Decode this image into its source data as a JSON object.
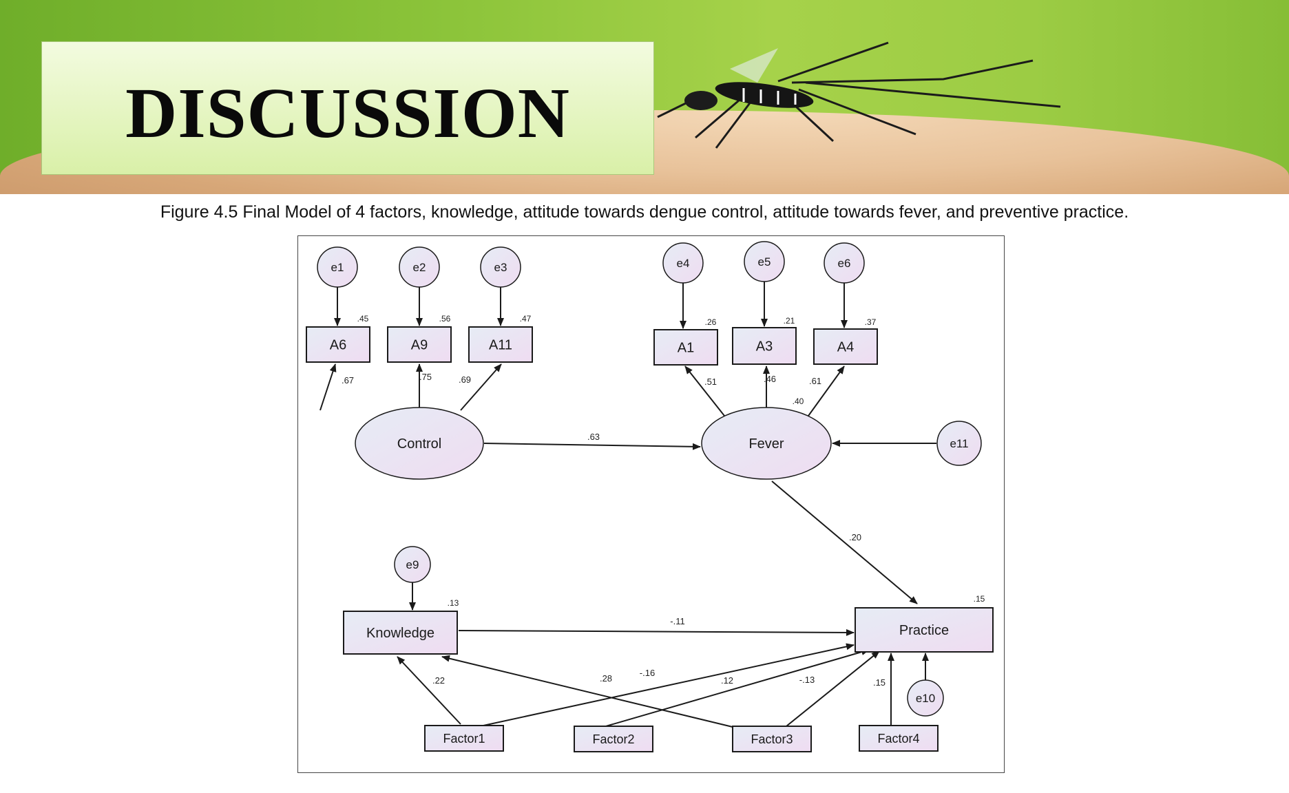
{
  "slide": {
    "title": "DISCUSSION",
    "caption": "Figure 4.5 Final Model of 4 factors, knowledge, attitude towards dengue control, attitude towards fever, and preventive practice."
  },
  "diagram": {
    "latent": [
      "Control",
      "Fever"
    ],
    "observed": [
      "A6",
      "A9",
      "A11",
      "A1",
      "A3",
      "A4",
      "Knowledge",
      "Practice",
      "Factor1",
      "Factor2",
      "Factor3",
      "Factor4"
    ],
    "errors": [
      "e1",
      "e2",
      "e3",
      "e4",
      "e5",
      "e6",
      "e9",
      "e10",
      "e11"
    ],
    "r_squared": {
      "A6": ".45",
      "A9": ".56",
      "A11": ".47",
      "A1": ".26",
      "A3": ".21",
      "A4": ".37",
      "Fever": ".40",
      "Knowledge": ".13",
      "Practice": ".15"
    },
    "paths": [
      {
        "from": "Control",
        "to": "A6",
        "coef": ".67"
      },
      {
        "from": "Control",
        "to": "A9",
        "coef": ".75"
      },
      {
        "from": "Control",
        "to": "A11",
        "coef": ".69"
      },
      {
        "from": "Fever",
        "to": "A1",
        "coef": ".51"
      },
      {
        "from": "Fever",
        "to": "A3",
        "coef": ".46"
      },
      {
        "from": "Fever",
        "to": "A4",
        "coef": ".61"
      },
      {
        "from": "Control",
        "to": "Fever",
        "coef": ".63"
      },
      {
        "from": "Fever",
        "to": "Practice",
        "coef": ".20"
      },
      {
        "from": "Knowledge",
        "to": "Practice",
        "coef": "-.11"
      },
      {
        "from": "Factor1",
        "to": "Knowledge",
        "coef": ".22"
      },
      {
        "from": "Factor3",
        "to": "Knowledge",
        "coef": ".28"
      },
      {
        "from": "Factor1",
        "to": "Practice",
        "coef": "-.16"
      },
      {
        "from": "Factor2",
        "to": "Practice",
        "coef": ".12"
      },
      {
        "from": "Factor3",
        "to": "Practice",
        "coef": "-.13"
      },
      {
        "from": "Factor4",
        "to": "Practice",
        "coef": ".15"
      }
    ]
  },
  "colors": {
    "node_fill_start": "#e6ecf5",
    "node_fill_end": "#efdcf1",
    "stroke": "#1a1a1a"
  }
}
